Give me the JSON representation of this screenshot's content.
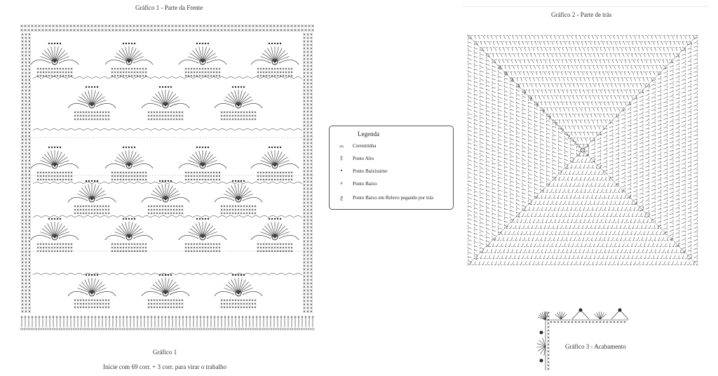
{
  "chart1": {
    "title": "Gráfico 1 - Parte da Frente",
    "caption": "Gráfico 1",
    "note": "Inicie com 69 corr. + 3 corr. para virar o trabalho"
  },
  "chart2": {
    "title": "Gráfico 2 - Parte de trás"
  },
  "chart3": {
    "title": "Gráfico 3 - Acabamento"
  },
  "legend": {
    "title": "Legenda",
    "items": [
      {
        "icon": "chain-stitch-icon",
        "symbol": "⌓",
        "label": "Correntinha"
      },
      {
        "icon": "double-crochet-icon",
        "symbol": "‡",
        "label": "Ponto Alto"
      },
      {
        "icon": "slip-stitch-icon",
        "symbol": "•",
        "label": "Ponto Baixíssimo"
      },
      {
        "icon": "single-crochet-icon",
        "symbol": "×",
        "label": "Ponto Baixo"
      },
      {
        "icon": "back-post-single-crochet-icon",
        "symbol": "ƺ",
        "label": "Ponto Baixo em Relevo pegando por trás"
      }
    ]
  },
  "colors": {
    "ink": "#2a2a2a",
    "background": "#ffffff",
    "border": "#555555"
  }
}
